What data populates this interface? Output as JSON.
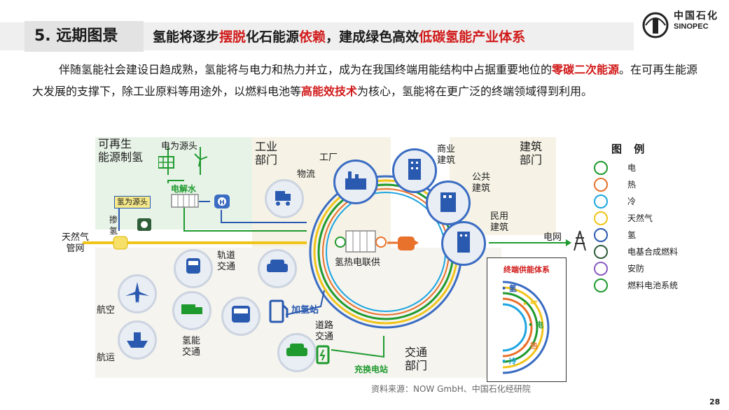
{
  "header": {
    "section": "5. 远期图景",
    "headline_parts": [
      {
        "text": "氢能将逐步",
        "red": false
      },
      {
        "text": "摆脱",
        "red": true
      },
      {
        "text": "化石能源",
        "red": false
      },
      {
        "text": "依赖",
        "red": true
      },
      {
        "text": "，建成绿色高效",
        "red": false
      },
      {
        "text": "低碳氢能产业体系",
        "red": true
      }
    ]
  },
  "logo": {
    "zh": "中国石化",
    "en": "SINOPEC"
  },
  "intro_parts": [
    {
      "text": "伴随氢能社会建设日趋成熟，氢能将与电力和热力并立，成为在我国终端用能结构中占据重要地位的",
      "red": false
    },
    {
      "text": "零碳二次能源",
      "red": true
    },
    {
      "text": "。在可再生能源大发展的支撑下，除工业原料等用途外，以燃料电池等",
      "red": false
    },
    {
      "text": "高能效技术",
      "red": true
    },
    {
      "text": "为核心，氢能将在更广泛的终端领域得到利用。",
      "red": false
    }
  ],
  "diagram": {
    "zones": {
      "renewable": "可再生\n能源制氢",
      "industry": "工业\n部门",
      "building": "建筑\n部门",
      "transport": "交通\n部门"
    },
    "labels": {
      "power_source": "电为源头",
      "electrolysis": "电解水",
      "h2_source": "氢为源头",
      "blend": "掺\n氢",
      "gas_grid": "天然气\n管网",
      "logistics": "物流",
      "factory": "工厂",
      "commercial": "商业\n建筑",
      "public": "公共\n建筑",
      "residential": "民用\n建筑",
      "power_grid": "电网",
      "chp": "氢热电联供",
      "rail": "轨道\n交通",
      "aviation": "航空",
      "shipping": "航运",
      "h2_transport": "氢能\n交通",
      "h2_station": "加氢站",
      "road": "道路\n交通",
      "swap_station": "充换电站"
    },
    "terminal": {
      "title": "终端供能体系",
      "items": [
        "氢",
        "气",
        "电",
        "热",
        "冷"
      ]
    }
  },
  "legend": {
    "title": "图 例",
    "items": [
      {
        "label": "电",
        "icon": "electricity-icon",
        "color": "#1f9a2e"
      },
      {
        "label": "热",
        "icon": "heat-icon",
        "color": "#e8712c"
      },
      {
        "label": "冷",
        "icon": "cold-icon",
        "color": "#1ea5e0"
      },
      {
        "label": "天然气",
        "icon": "natural-gas-icon",
        "color": "#f0c419"
      },
      {
        "label": "氢",
        "icon": "hydrogen-icon",
        "color": "#2a5ab0"
      },
      {
        "label": "电基合成燃料",
        "icon": "synthetic-fuel-icon",
        "color": "#2e5d3a"
      },
      {
        "label": "安防",
        "icon": "security-icon",
        "color": "#8a5cc2"
      },
      {
        "label": "燃料电池系统",
        "icon": "fuel-cell-icon",
        "color": "#1f9a2e"
      }
    ]
  },
  "source": "资料来源：NOW GmbH、中国石化经研院",
  "page": "28",
  "colors": {
    "red": "#d11a1a",
    "green": "#1f9a2e",
    "blue": "#2a5ab0",
    "yellow": "#f0c419",
    "orange": "#e8712c",
    "cyan": "#1ea5e0",
    "purple": "#8a5cc2"
  }
}
